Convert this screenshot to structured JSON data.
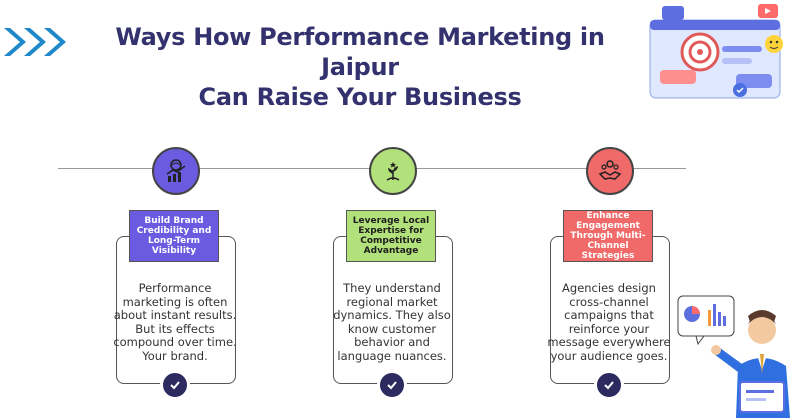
{
  "header": {
    "title_line1": "Ways How Performance Marketing in Jaipur",
    "title_line2": "Can Raise Your Business"
  },
  "colors": {
    "title": "#34326e",
    "arrow": "#1e88c8",
    "card1_accent": "#6a5be0",
    "card2_accent": "#b2e07a",
    "card3_accent": "#f06a6a",
    "check": "#2c2a5e"
  },
  "cards": [
    {
      "icon": "growth-chart-icon",
      "label": "Build Brand Credibility and Long-Term Visibility",
      "text": "Performance marketing is often about instant results. But its effects compound over time. Your brand."
    },
    {
      "icon": "growth-plant-icon",
      "label": "Leverage Local Expertise for Competitive Advantage",
      "text": "They understand regional market dynamics. They also know customer behavior and language nuances."
    },
    {
      "icon": "handshake-icon",
      "label": "Enhance Engagement Through Multi-Channel Strategies",
      "text": "Agencies design cross-channel campaigns that reinforce your message everywhere your audience goes."
    }
  ]
}
